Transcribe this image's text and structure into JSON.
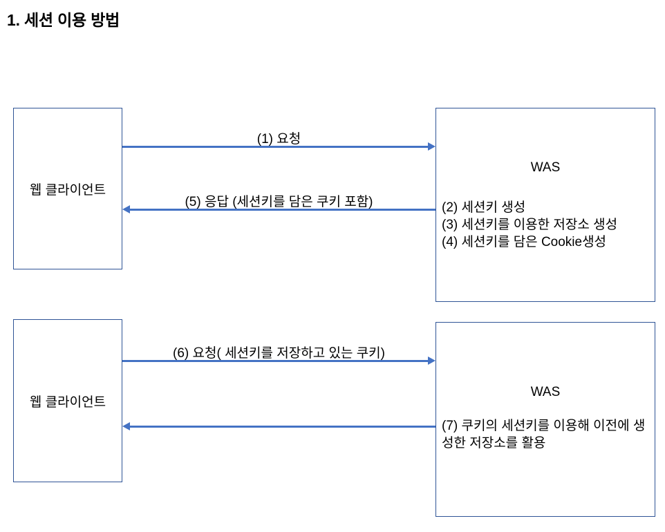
{
  "page": {
    "title": "1. 세션 이용 방법"
  },
  "diagram": {
    "type": "sequence-diagram",
    "accent_color": "#4472C4",
    "box_border_color": "#2E5395",
    "background_color": "#FFFFFF",
    "groups": [
      {
        "id": "group-1",
        "client": {
          "label": "웹 클라이언트"
        },
        "server": {
          "title": "WAS",
          "lines": [
            "(2) 세션키 생성",
            "(3) 세션키를 이용한 저장소 생성",
            "(4) 세션키를 담은 Cookie생성"
          ]
        },
        "arrows": [
          {
            "id": "arrow-1",
            "direction": "right",
            "label": "(1) 요청"
          },
          {
            "id": "arrow-5",
            "direction": "left",
            "label": "(5) 응답 (세션키를 담은 쿠키 포함)"
          }
        ]
      },
      {
        "id": "group-2",
        "client": {
          "label": "웹 클라이언트"
        },
        "server": {
          "title": "WAS",
          "lines": [
            "(7) 쿠키의 세션키를 이용해 이전에 생성한 저장소를 활용"
          ]
        },
        "arrows": [
          {
            "id": "arrow-6",
            "direction": "right",
            "label": "(6) 요청( 세션키를 저장하고 있는 쿠키)"
          },
          {
            "id": "arrow-7",
            "direction": "left",
            "label": ""
          }
        ]
      }
    ]
  }
}
